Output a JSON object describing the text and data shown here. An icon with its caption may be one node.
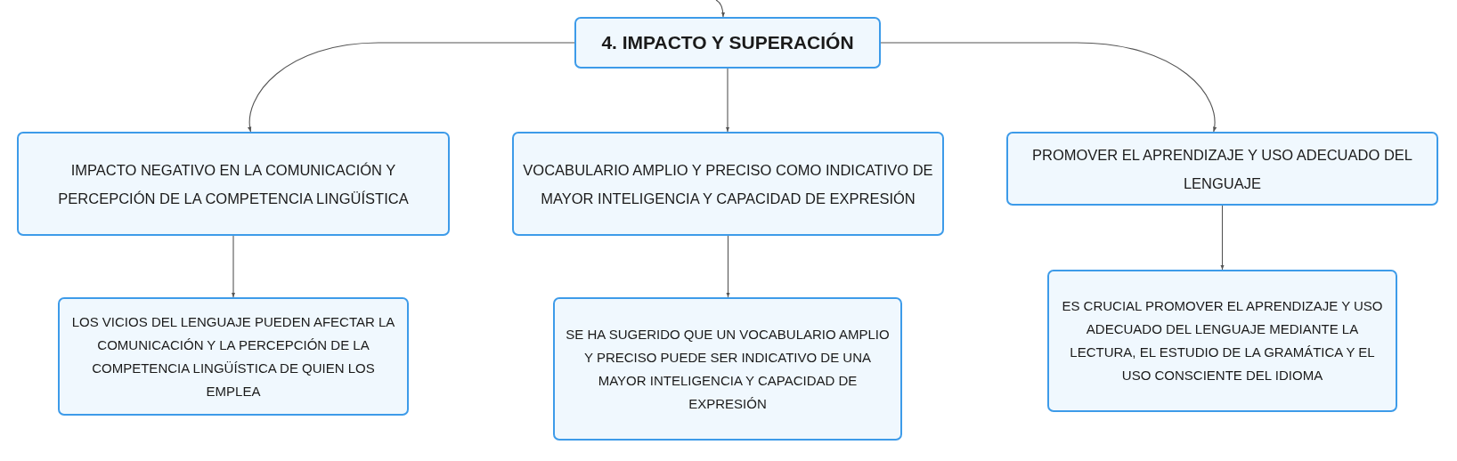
{
  "diagram": {
    "nodes": [
      {
        "text": [
          "4. IMPACTO Y SUPERACIÓN"
        ]
      },
      {
        "text": [
          "IMPACTO NEGATIVO EN LA COMUNICACIÓN Y PERCEPCIÓN DE LA COMPETENCIA LINGÜÍSTICA"
        ]
      },
      {
        "text": [
          "VOCABULARIO AMPLIO Y PRECISO COMO INDICATIVO DE MAYOR INTELIGENCIA Y CAPACIDAD DE EXPRESIÓN"
        ]
      },
      {
        "text": [
          "PROMOVER EL APRENDIZAJE Y USO ADECUADO DEL LENGUAJE"
        ]
      },
      {
        "text": [
          "LOS VICIOS DEL LENGUAJE PUEDEN AFECTAR LA COMUNICACIÓN Y LA PERCEPCIÓN DE LA COMPETENCIA LINGÜÍSTICA DE QUIEN LOS EMPLEA"
        ]
      },
      {
        "text": [
          "SE HA SUGERIDO QUE UN VOCABULARIO AMPLIO Y PRECISO PUEDE SER INDICATIVO DE UNA MAYOR INTELIGENCIA Y CAPACIDAD DE EXPRESIÓN"
        ]
      },
      {
        "text": [
          "ES CRUCIAL PROMOVER EL APRENDIZAJE Y USO ADECUADO DEL LENGUAJE MEDIANTE LA LECTURA, EL ESTUDIO DE LA GRAMÁTICA Y EL USO CONSCIENTE DEL IDIOMA"
        ]
      }
    ],
    "edges": [
      {
        "from": null,
        "to": 0,
        "arrow": "to"
      },
      {
        "from": 0,
        "to": 1,
        "arrow": "to"
      },
      {
        "from": 0,
        "to": 2,
        "arrow": "to"
      },
      {
        "from": 0,
        "to": 3,
        "arrow": "to"
      },
      {
        "from": 1,
        "to": 4,
        "arrow": "to"
      },
      {
        "from": 2,
        "to": 5,
        "arrow": "to"
      },
      {
        "from": 3,
        "to": 6,
        "arrow": "to"
      }
    ]
  }
}
